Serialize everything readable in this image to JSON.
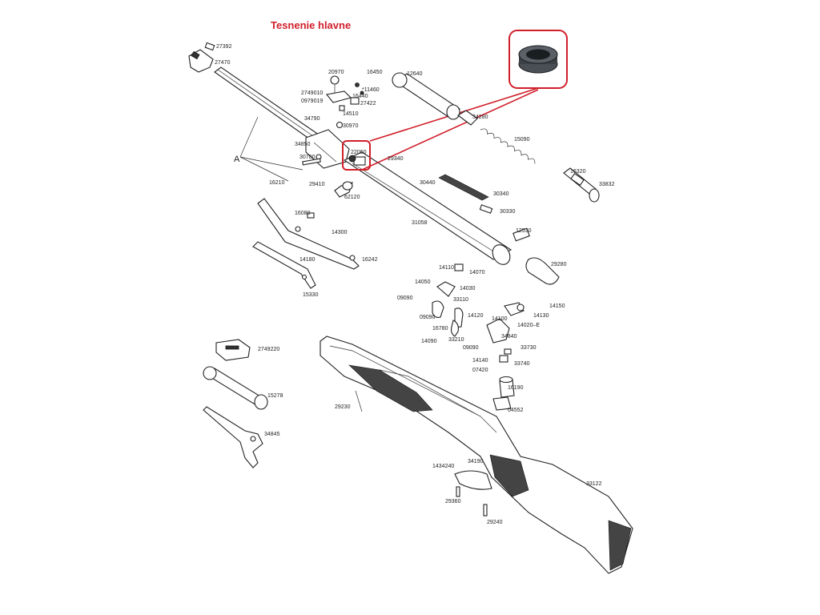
{
  "title": "Tesnenie hlavne",
  "highlight_color": "#d11f2a",
  "highlighted_part": "22060",
  "labels": {
    "p27392": "27392",
    "p27470": "27470",
    "p20970": "20970",
    "p16450": "16450",
    "p2749010": "2749010",
    "p11460": "*11460",
    "p0979019": "0979019",
    "p16440": "16440",
    "p27422": "27422",
    "p14510": "14510",
    "p34790": "34790",
    "p30970": "30970",
    "p34850": "34850",
    "p30700": "30700",
    "pA": "A",
    "p22060": "22060",
    "p29340": "29340",
    "p16210": "16210",
    "p29410": "29410",
    "p62120": "62120",
    "p30440": "30440",
    "p30340": "30340",
    "p30330": "30330",
    "p16080": "16080",
    "p14300": "14300",
    "p31058": "31058",
    "p12530": "12530",
    "p14180": "14180",
    "p16242": "16242",
    "p15330": "15330",
    "p29280": "29280",
    "p12640": "12640",
    "p34280": "34280",
    "p15090": "15090",
    "p16320": "16320",
    "p33832": "33832",
    "p14110": "14110",
    "p14070": "14070",
    "p14050": "14050",
    "p14030": "14030",
    "p09090a": "09090",
    "p33110": "33110",
    "p14150": "14150",
    "p14130": "14130",
    "p09090b": "09090",
    "p14120": "14120",
    "p14100": "14100",
    "p14020E": "14020–E",
    "p16780": "16780",
    "p14090": "14090",
    "p33210": "33210",
    "p34840": "34840",
    "p09090c": "09090",
    "p33730": "33730",
    "p14140": "14140",
    "p33740": "33740",
    "p07420": "07420",
    "p2749220": "2749220",
    "p16190": "16190",
    "p15278": "15278",
    "p04552": "04552",
    "p29230": "29230",
    "p34845": "34845",
    "p1434240": "1434240",
    "p34190": "34190",
    "p33122": "33122",
    "p29360": "29360",
    "p29240": "29240"
  }
}
